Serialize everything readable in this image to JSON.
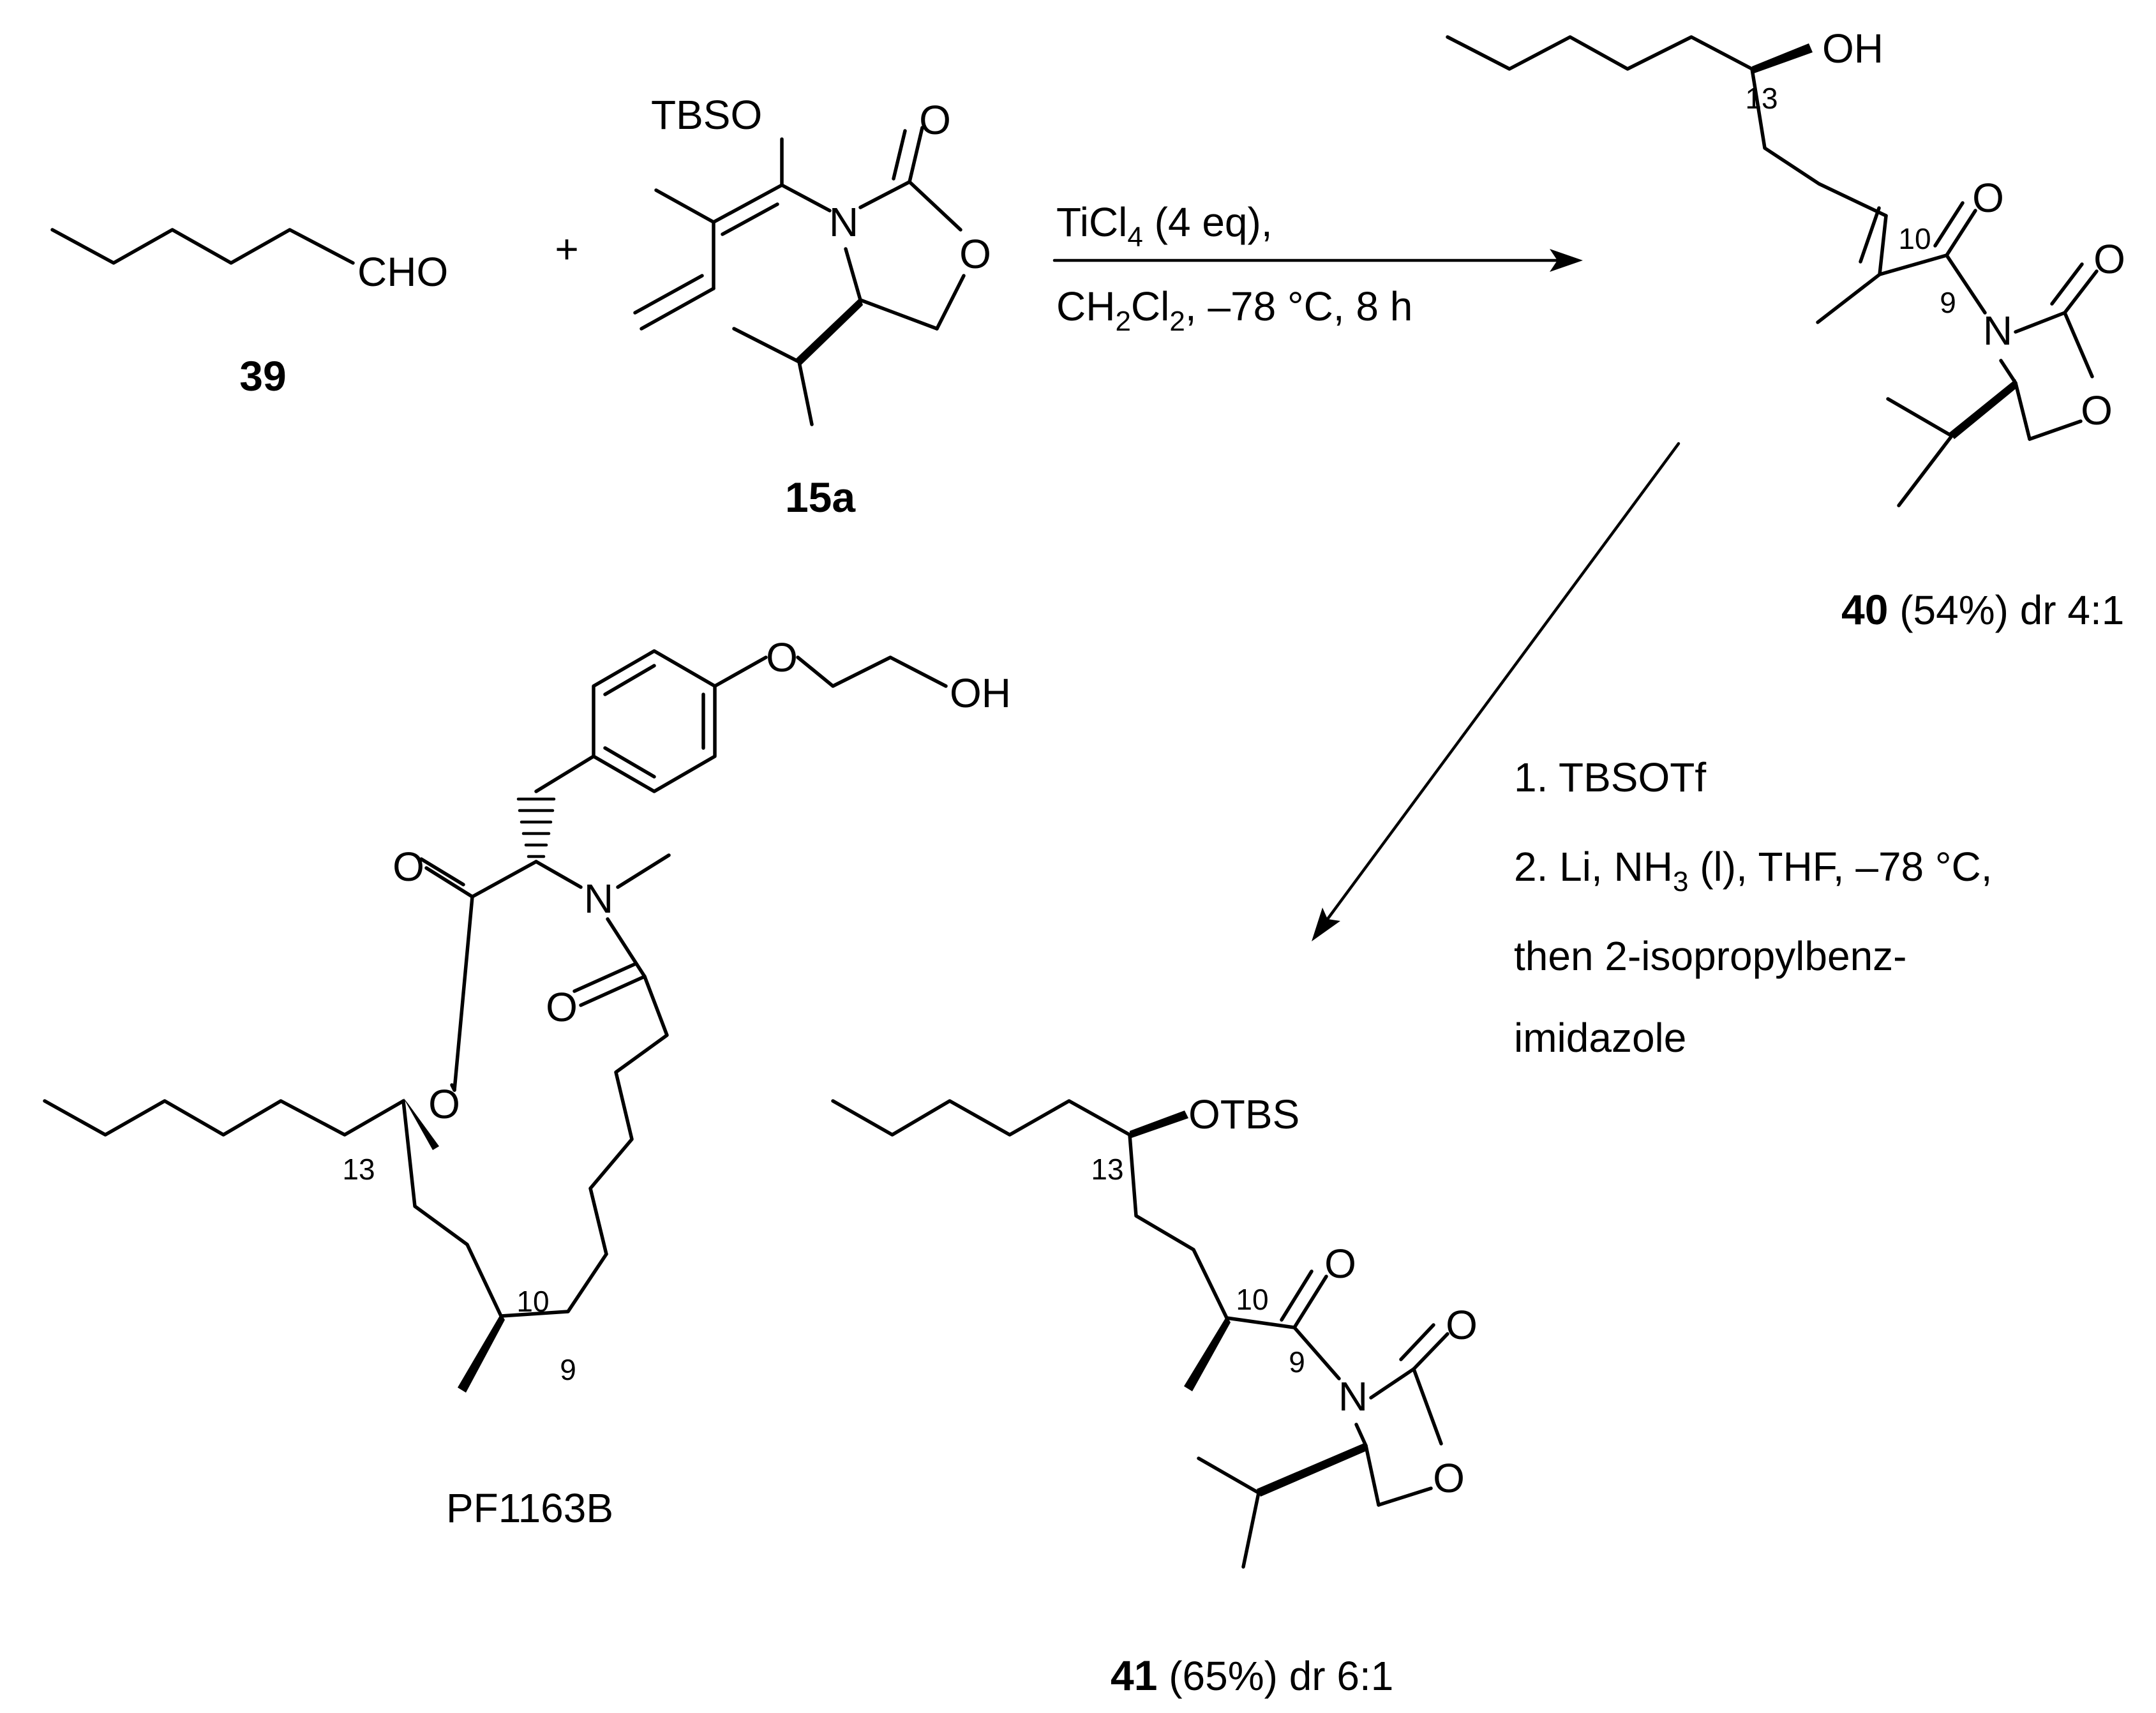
{
  "labels": {
    "cho": "CHO",
    "plus": "+",
    "cmpd39": "39",
    "tbso": "TBSO",
    "o": "O",
    "n": "N",
    "cmpd15a": "15a",
    "oh": "OH",
    "otbs": "OTBS",
    "num13": "13",
    "num10": "10",
    "num9": "9",
    "cmpd40": "40",
    "yield40": " (54%)  dr 4:1",
    "cmpd41": "41",
    "yield41": " (65%)  dr 6:1",
    "pf1163b": "PF1163B"
  },
  "reagents_step1": {
    "line1_a": "TiCl",
    "line1_sub": "4",
    "line1_b": " (4 eq),",
    "line2_a": "CH",
    "line2_sub1": "2",
    "line2_b": "Cl",
    "line2_sub2": "2",
    "line2_c": ", –78 °C, 8 h"
  },
  "reagents_step2": {
    "line1": "1. TBSOTf",
    "line2_a": "2. Li, NH",
    "line2_sub": "3",
    "line2_b": " (l), THF, –78 °C,",
    "line3": "then 2-isopropylbenz-",
    "line4": "imidazole"
  }
}
